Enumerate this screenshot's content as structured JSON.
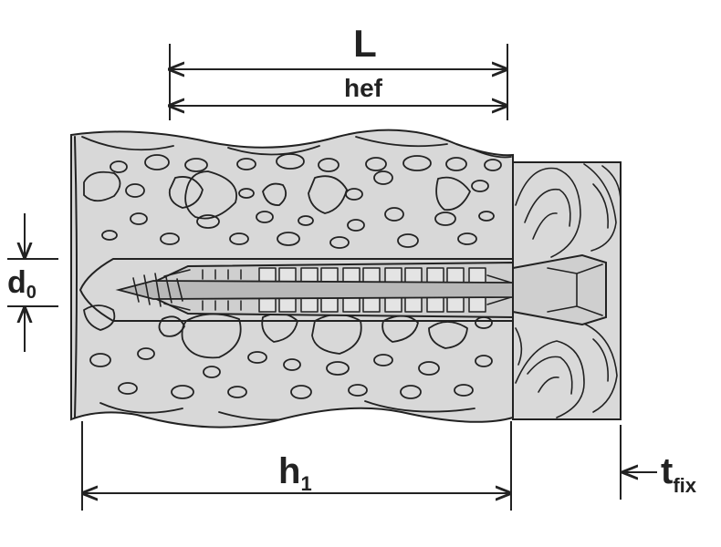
{
  "labels": {
    "L": "L",
    "hef": "hef",
    "d": "d",
    "d_sub": "0",
    "h": "h",
    "h_sub": "1",
    "t": "t",
    "t_sub": "fix"
  },
  "colors": {
    "stroke": "#222222",
    "concrete": "#d8d8d8",
    "fixture": "#d9d9d9",
    "background": "#ffffff"
  },
  "icons": {
    "arrow": "arrow-head"
  }
}
